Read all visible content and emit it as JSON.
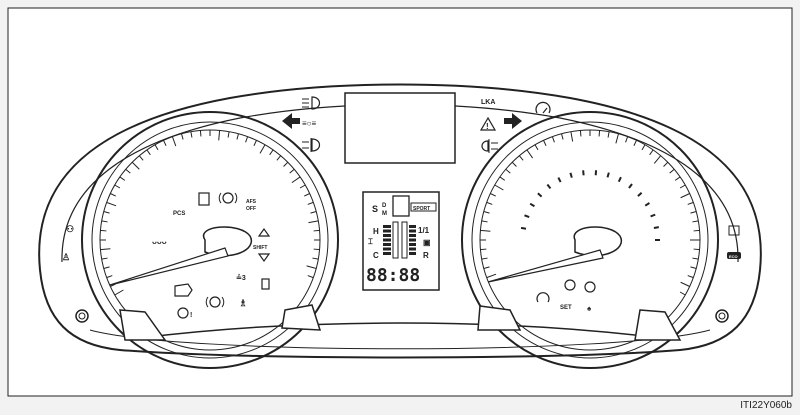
{
  "indicators": {
    "pcs": "PCS",
    "afs_off": [
      "AFS",
      "OFF"
    ],
    "shift": "SHIFT",
    "lka": "LKA",
    "set": "SET",
    "sport": "SPORT",
    "gear_s": "S",
    "gear_d": "D",
    "gear_m": "M",
    "gauge_h": "H",
    "gauge_c": "C",
    "fuel_fraction": "1/1",
    "fuel_r": "R",
    "clock": "88:88",
    "eco": "ECO"
  },
  "reference_code": "ITI22Y060b",
  "colors": {
    "line": "#222222",
    "background": "#ffffff",
    "page": "#f2f2f2"
  }
}
